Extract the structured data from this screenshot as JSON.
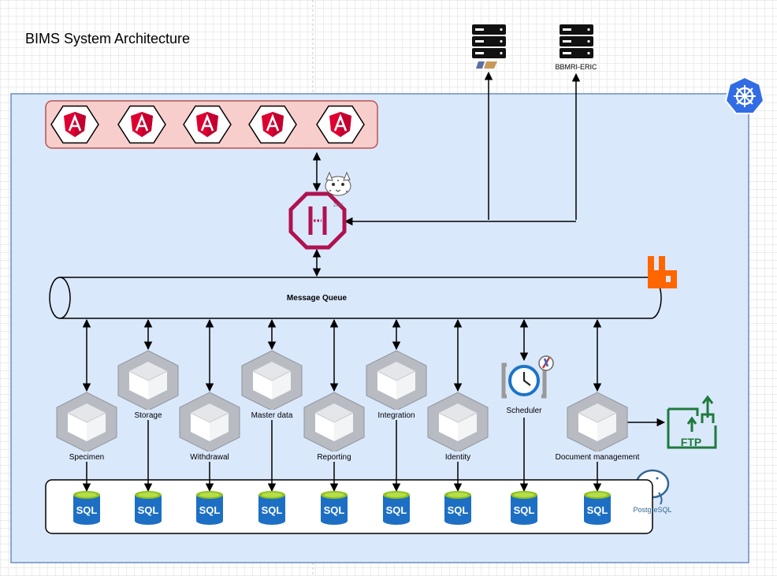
{
  "title": "BIMS System Architecture",
  "external_systems": [
    {
      "id": "ext-1",
      "label": ""
    },
    {
      "id": "ext-2",
      "label": "BBMRI-ERIC"
    }
  ],
  "message_queue": {
    "label": "Message Queue"
  },
  "gateway": {
    "logo_text": "Zuul"
  },
  "database": {
    "sql_label": "SQL",
    "brand_label": "PostgreSQL"
  },
  "ftp": {
    "label": "FTP"
  },
  "services": [
    {
      "name": "Specimen"
    },
    {
      "name": "Storage"
    },
    {
      "name": "Withdrawal"
    },
    {
      "name": "Master data"
    },
    {
      "name": "Reporting"
    },
    {
      "name": "Integration"
    },
    {
      "name": "Identity"
    },
    {
      "name": "Scheduler"
    },
    {
      "name": "Document management"
    }
  ],
  "colors": {
    "cluster_fill": "#dae8fc",
    "cluster_stroke": "#6c8ebf",
    "frontend_fill": "#f8cecc",
    "frontend_stroke": "#b85450",
    "angular_red": "#dd0031",
    "gateway_color": "#b0124f",
    "sql_blue": "#1d6fc4",
    "sql_top": "#8fc31f",
    "rabbit_orange": "#ff6600",
    "ftp_green": "#1e7a3c",
    "k8s_blue": "#326ce5"
  }
}
